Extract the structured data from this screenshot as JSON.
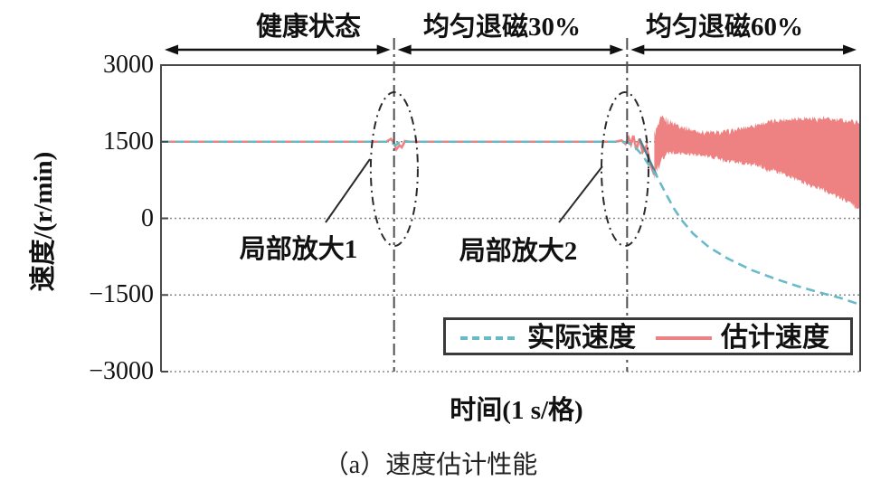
{
  "figure": {
    "caption": "（a）速度估计性能",
    "xlabel": "时间(1 s/格)",
    "ylabel": "速度/(r/min)"
  },
  "regions": [
    {
      "label": "健康状态"
    },
    {
      "label": "均匀退磁30%"
    },
    {
      "label": "均匀退磁60%"
    }
  ],
  "annotations": [
    {
      "label": "局部放大1"
    },
    {
      "label": "局部放大2"
    }
  ],
  "legend": {
    "items": [
      {
        "label": "实际速度",
        "color": "#69bac9",
        "style": "dashed"
      },
      {
        "label": "估计速度",
        "color": "#ee8283",
        "style": "solid"
      }
    ]
  },
  "yticks_text": [
    "3000",
    "1500",
    "0",
    "−1500",
    "−3000"
  ],
  "colors": {
    "actual": "#69bac9",
    "estimated": "#ee8283",
    "frame": "#4a4a4a",
    "grid": "#8a8a8a",
    "annotation": "#2a2a2a"
  },
  "chart_data": {
    "type": "line",
    "title": "",
    "xlabel": "时间(1 s/格)",
    "ylabel": "速度/(r/min)",
    "x_unit": "s per grid division",
    "xlim": [
      0,
      9
    ],
    "ylim": [
      -3000,
      3000
    ],
    "yticks": [
      3000,
      1500,
      0,
      -1500,
      -3000
    ],
    "grid_y_dotted": [
      1500,
      0,
      -1500,
      -3000
    ],
    "region_boundaries_t": [
      0,
      3,
      6,
      9
    ],
    "regions": [
      "健康状态",
      "均匀退磁30%",
      "均匀退磁60%"
    ],
    "legend_position": "lower right inside",
    "series": [
      {
        "name": "实际速度",
        "style": "dashed",
        "color": "#69bac9",
        "points": [
          [
            0,
            1500
          ],
          [
            2.94,
            1500
          ],
          [
            2.98,
            1470
          ],
          [
            3.02,
            1430
          ],
          [
            3.06,
            1480
          ],
          [
            3.1,
            1500
          ],
          [
            5.9,
            1500
          ],
          [
            6.0,
            1490
          ],
          [
            6.1,
            1400
          ],
          [
            6.2,
            1230
          ],
          [
            6.3,
            1000
          ],
          [
            6.38,
            830
          ],
          [
            6.5,
            480
          ],
          [
            6.6,
            200
          ],
          [
            6.7,
            -30
          ],
          [
            6.85,
            -300
          ],
          [
            7.05,
            -560
          ],
          [
            7.3,
            -790
          ],
          [
            7.6,
            -1010
          ],
          [
            7.9,
            -1180
          ],
          [
            8.2,
            -1330
          ],
          [
            8.5,
            -1460
          ],
          [
            8.75,
            -1560
          ],
          [
            9.0,
            -1690
          ]
        ]
      },
      {
        "name": "估计速度",
        "style": "solid",
        "color": "#ee8283",
        "points": [
          [
            0,
            1500
          ],
          [
            2.9,
            1500
          ],
          [
            2.96,
            1555
          ],
          [
            3.0,
            1470
          ],
          [
            3.03,
            1350
          ],
          [
            3.07,
            1430
          ],
          [
            3.1,
            1390
          ],
          [
            3.14,
            1515
          ],
          [
            3.2,
            1500
          ],
          [
            5.85,
            1500
          ],
          [
            5.93,
            1525
          ],
          [
            5.98,
            1455
          ],
          [
            6.02,
            1580
          ],
          [
            6.05,
            1450
          ],
          [
            6.08,
            1620
          ],
          [
            6.12,
            1340
          ],
          [
            6.16,
            1560
          ],
          [
            6.2,
            1300
          ],
          [
            6.25,
            1420
          ],
          [
            6.3,
            1050
          ],
          [
            6.35,
            850
          ]
        ],
        "oscillation_band": {
          "t_range": [
            6.35,
            9.0
          ],
          "top": [
            [
              6.35,
              1650
            ],
            [
              6.45,
              1950
            ],
            [
              6.55,
              1900
            ],
            [
              6.7,
              1800
            ],
            [
              6.9,
              1700
            ],
            [
              7.15,
              1670
            ],
            [
              7.4,
              1730
            ],
            [
              7.65,
              1830
            ],
            [
              7.9,
              1910
            ],
            [
              8.2,
              1960
            ],
            [
              8.5,
              1950
            ],
            [
              8.75,
              1920
            ],
            [
              9.0,
              1890
            ]
          ],
          "bottom": [
            [
              6.35,
              850
            ],
            [
              6.45,
              1150
            ],
            [
              6.55,
              1280
            ],
            [
              6.7,
              1270
            ],
            [
              6.9,
              1240
            ],
            [
              7.1,
              1190
            ],
            [
              7.3,
              1130
            ],
            [
              7.5,
              1080
            ],
            [
              7.7,
              1010
            ],
            [
              7.95,
              900
            ],
            [
              8.2,
              740
            ],
            [
              8.45,
              600
            ],
            [
              8.65,
              470
            ],
            [
              8.85,
              320
            ],
            [
              9.0,
              170
            ]
          ]
        }
      }
    ]
  }
}
